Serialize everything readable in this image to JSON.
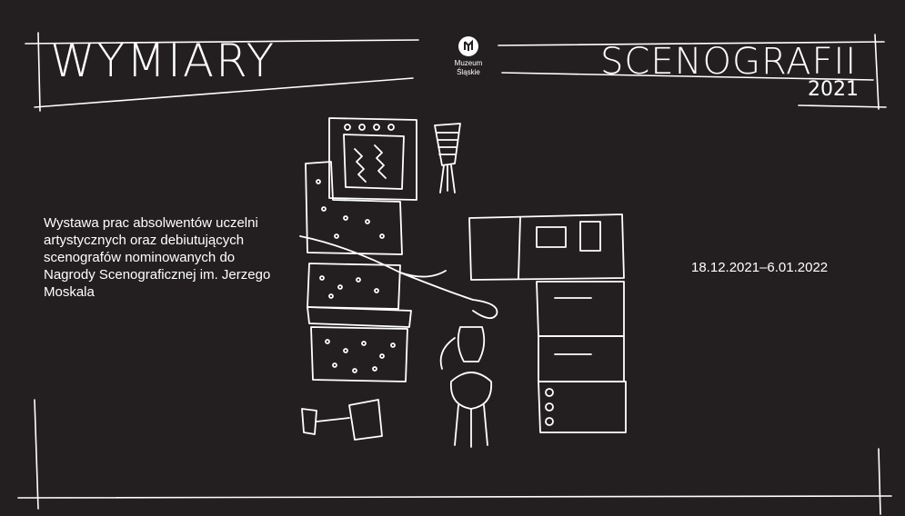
{
  "header": {
    "title_left": "WYMIARY",
    "title_right": "SCENOGRAFII",
    "year": "2021"
  },
  "logo": {
    "line1": "Muzeum",
    "line2": "Śląskie"
  },
  "description": "Wystawa prac absolwentów uczelni artystycznych oraz debiutujących scenografów nominowanych do Nagrody Scenograficznej im. Jerzego Moskala",
  "dates": "18.12.2021–6.01.2022",
  "colors": {
    "background": "#231f20",
    "foreground": "#ffffff"
  }
}
